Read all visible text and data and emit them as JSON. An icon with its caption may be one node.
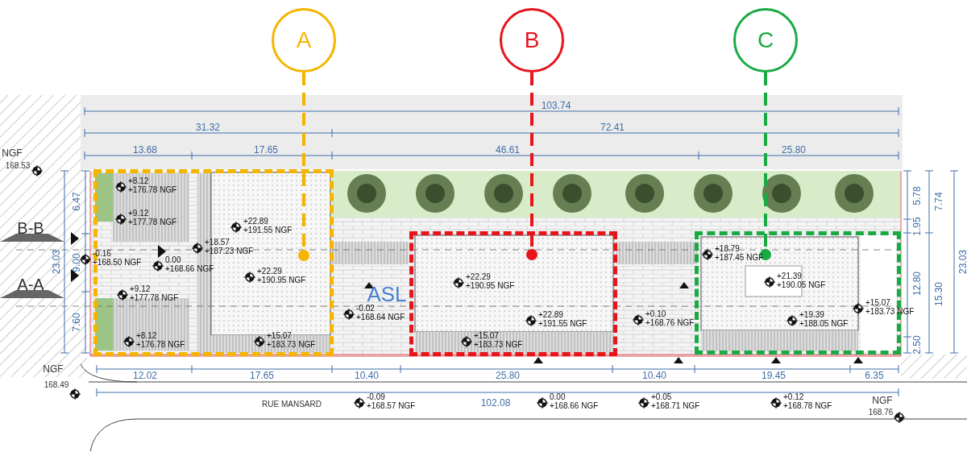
{
  "diagram": {
    "nodes": [
      {
        "text": [
          "A"
        ]
      },
      {
        "text": [
          "B"
        ]
      },
      {
        "text": [
          "C"
        ]
      },
      {
        "text": [],
        "shape": "box"
      },
      {
        "text": [],
        "shape": "box"
      },
      {
        "text": [],
        "shape": "box"
      }
    ],
    "edges": [
      {
        "from": 0,
        "to": 3,
        "arrow": "other",
        "style": "dashed",
        "color": "#f5b400"
      },
      {
        "from": 1,
        "to": 4,
        "arrow": "other",
        "style": "dashed",
        "color": "#e8141c"
      },
      {
        "from": 2,
        "to": 5,
        "arrow": "other",
        "style": "dashed",
        "color": "#1aaa44"
      }
    ],
    "labels": [
      "103.74",
      "31.32",
      "72.41",
      "13.68",
      "17.65",
      "46.61",
      "25.80",
      "NGF",
      "168.53",
      "6.47",
      "9.00",
      "7.60",
      "23.03",
      "B-B",
      "A-A",
      "5.78",
      "1.95",
      "12.80",
      "2.50",
      "7.74",
      "15.30",
      "23.03",
      "+8.12",
      "+176.78 NGF",
      "+9.12",
      "+177.78 NGF",
      "-0.16",
      "+168.50 NGF",
      "0.00",
      "+168.66 NGF",
      "+18.57",
      "+187.23 NGF",
      "+22.89",
      "+191.55 NGF",
      "+22.29",
      "+190.95 NGF",
      "+9.12",
      "+177.78 NGF",
      "+8.12",
      "+176.78 NGF",
      "+15.07",
      "+183.73 NGF",
      "-0.02",
      "+168.64 NGF",
      "+22.29",
      "+190.95 NGF",
      "+22.89",
      "+191.55 NGF",
      "+15.07",
      "+183.73 NGF",
      "+0.10",
      "+168.76 NGF",
      "+18.79",
      "+187.45 NGF",
      "+21.39",
      "+190.05 NGF",
      "+19.39",
      "+188.05 NGF",
      "+15.07",
      "+183.73 NGF",
      "ASL",
      "12.02",
      "17.65",
      "10.40",
      "25.80",
      "10.40",
      "19.45",
      "6.35",
      "102.08",
      "NGF",
      "168.49",
      "RUE MANSARD",
      "-0.09",
      "+168.57 NGF",
      "0.00",
      "+168.66 NGF",
      "+0.05",
      "+168.71 NGF",
      "+0.12",
      "+168.78 NGF",
      "NGF",
      "168.76"
    ]
  }
}
